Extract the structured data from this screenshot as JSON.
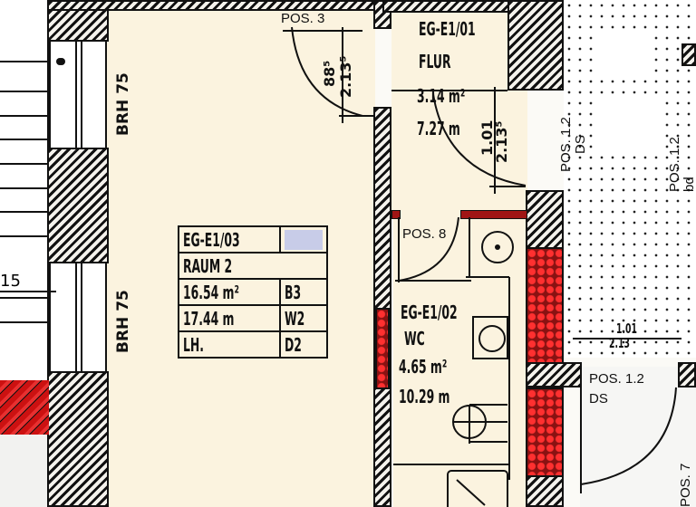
{
  "plan": {
    "rooms": [
      {
        "id": "EG-E1/03",
        "name": "RAUM 2",
        "area": "16.54 m²",
        "perimeter": "17.44 m",
        "height_label": "LH.",
        "codes": [
          "B3",
          "W2",
          "D2"
        ],
        "marker_color": "#c8cce8"
      },
      {
        "id": "EG-E1/01",
        "name": "FLUR",
        "area": "3.14 m²",
        "perimeter": "7.27 m"
      },
      {
        "id": "EG-E1/02",
        "name": "WC",
        "area": "4.65 m²",
        "perimeter": "10.29 m"
      }
    ],
    "doors": [
      {
        "label": "POS. 3",
        "width": "88⁵",
        "height": "2.13⁵"
      },
      {
        "label": "",
        "width": "1.01",
        "height": "2.13⁵"
      },
      {
        "label": "POS. 8"
      },
      {
        "label": "POS. 1.2",
        "sub": "DS"
      },
      {
        "label": "POS. 7"
      }
    ],
    "exterior_labels": [
      {
        "label": "POS. 1.2",
        "sub": "DS"
      },
      {
        "label": "POS. 1.2",
        "sub": "bd"
      }
    ],
    "opening_dims": {
      "width": "1.01",
      "height": "2.13"
    },
    "windows": [
      {
        "label": "BRH 75"
      },
      {
        "label": "BRH 75"
      }
    ],
    "stair_dim": "15",
    "colors": {
      "room_fill": "#fbf3df",
      "wall_hatch": "#111111",
      "fire_wall": "#d01818",
      "marker": "#c8cce8"
    }
  }
}
